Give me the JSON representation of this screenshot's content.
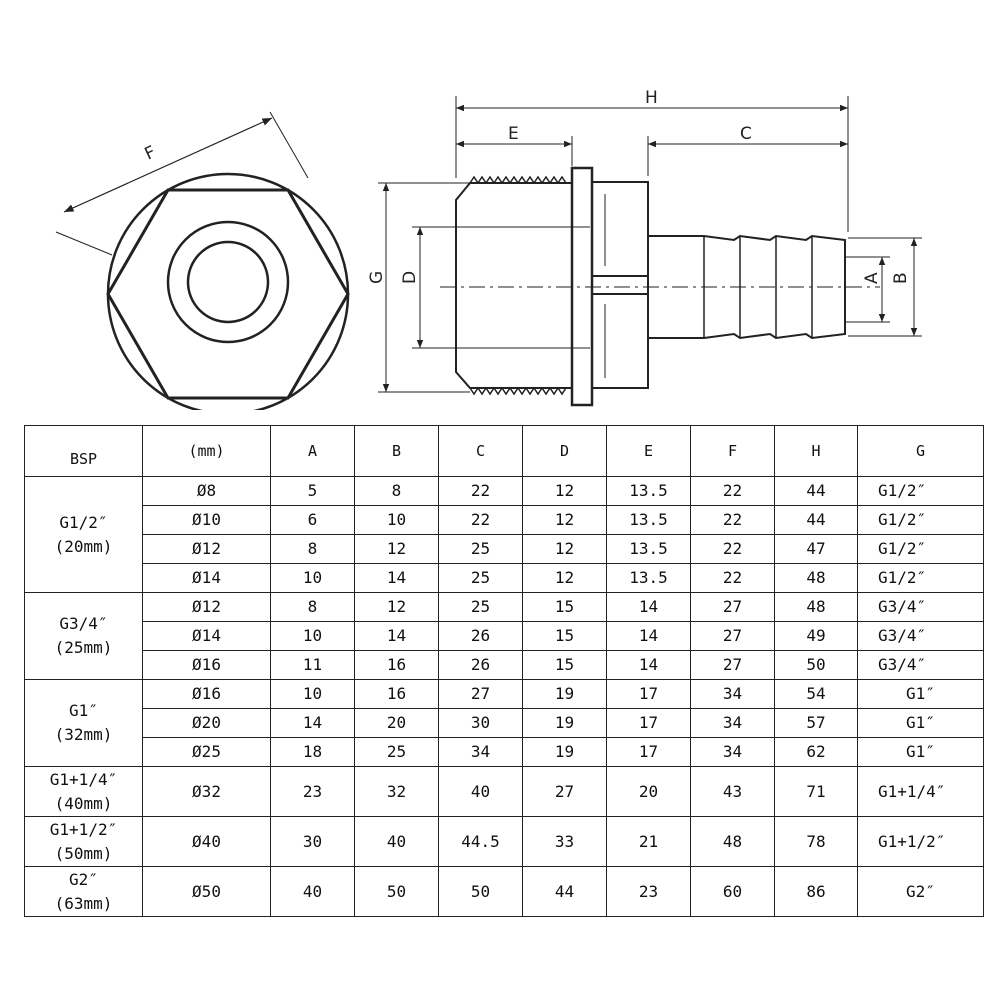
{
  "diagram": {
    "labels": {
      "F": "F",
      "H": "H",
      "E": "E",
      "C": "C",
      "G": "G",
      "D": "D",
      "A": "A",
      "B": "B"
    }
  },
  "table": {
    "headers": [
      "BSP",
      "(mm)",
      "A",
      "B",
      "C",
      "D",
      "E",
      "F",
      "H",
      "G"
    ],
    "groups": [
      {
        "bsp_line1": "G1/2″",
        "bsp_line2": "(20mm)",
        "rows": [
          [
            "Ø8",
            "5",
            "8",
            "22",
            "12",
            "13.5",
            "22",
            "44",
            "G1/2″"
          ],
          [
            "Ø10",
            "6",
            "10",
            "22",
            "12",
            "13.5",
            "22",
            "44",
            "G1/2″"
          ],
          [
            "Ø12",
            "8",
            "12",
            "25",
            "12",
            "13.5",
            "22",
            "47",
            "G1/2″"
          ],
          [
            "Ø14",
            "10",
            "14",
            "25",
            "12",
            "13.5",
            "22",
            "48",
            "G1/2″"
          ]
        ]
      },
      {
        "bsp_line1": "G3/4″",
        "bsp_line2": "(25mm)",
        "rows": [
          [
            "Ø12",
            "8",
            "12",
            "25",
            "15",
            "14",
            "27",
            "48",
            "G3/4″"
          ],
          [
            "Ø14",
            "10",
            "14",
            "26",
            "15",
            "14",
            "27",
            "49",
            "G3/4″"
          ],
          [
            "Ø16",
            "11",
            "16",
            "26",
            "15",
            "14",
            "27",
            "50",
            "G3/4″"
          ]
        ]
      },
      {
        "bsp_line1": "G1″",
        "bsp_line2": "(32mm)",
        "rows": [
          [
            "Ø16",
            "10",
            "16",
            "27",
            "19",
            "17",
            "34",
            "54",
            "G1″"
          ],
          [
            "Ø20",
            "14",
            "20",
            "30",
            "19",
            "17",
            "34",
            "57",
            "G1″"
          ],
          [
            "Ø25",
            "18",
            "25",
            "34",
            "19",
            "17",
            "34",
            "62",
            "G1″"
          ]
        ]
      },
      {
        "bsp_line1": "G1+1/4″",
        "bsp_line2": "(40mm)",
        "rows": [
          [
            "Ø32",
            "23",
            "32",
            "40",
            "27",
            "20",
            "43",
            "71",
            "G1+1/4″"
          ]
        ]
      },
      {
        "bsp_line1": "G1+1/2″",
        "bsp_line2": "(50mm)",
        "rows": [
          [
            "Ø40",
            "30",
            "40",
            "44.5",
            "33",
            "21",
            "48",
            "78",
            "G1+1/2″"
          ]
        ]
      },
      {
        "bsp_line1": "G2″",
        "bsp_line2": "(63mm)",
        "rows": [
          [
            "Ø50",
            "40",
            "50",
            "50",
            "44",
            "23",
            "60",
            "86",
            "G2″"
          ]
        ]
      }
    ]
  }
}
